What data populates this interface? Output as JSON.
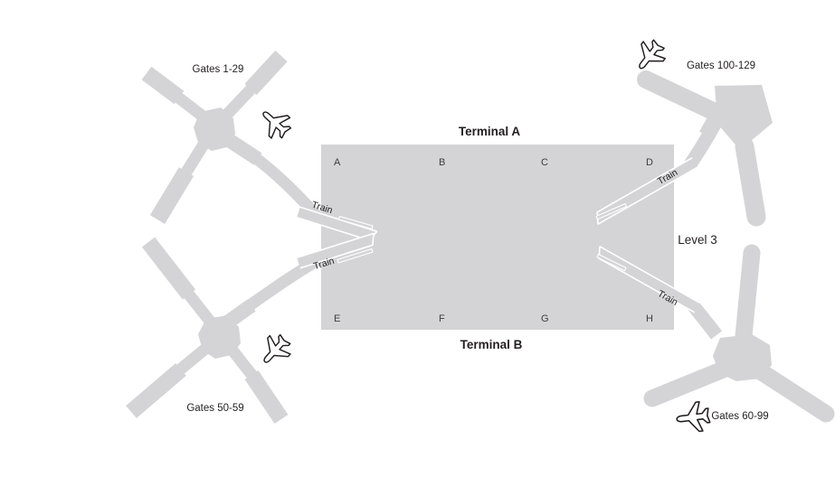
{
  "terminals": {
    "a_label": "Terminal A",
    "b_label": "Terminal B"
  },
  "level_label": "Level 3",
  "train_label": "Train",
  "gates": {
    "top_left": "Gates 1-29",
    "top_right": "Gates 100-129",
    "bottom_left": "Gates 50-59",
    "bottom_right": "Gates 60-99"
  },
  "sections": {
    "top": [
      "A",
      "B",
      "C",
      "D"
    ],
    "bottom": [
      "E",
      "F",
      "G",
      "H"
    ]
  },
  "icons": {
    "airplane": "airplane-icon",
    "train_track": "train-track-icon"
  },
  "colors": {
    "terminal_fill": "#d4d4d6",
    "corridor_outline": "#ffffff",
    "text": "#231f20",
    "section_letter_text": "#3d3d3f",
    "background": "#ffffff"
  }
}
